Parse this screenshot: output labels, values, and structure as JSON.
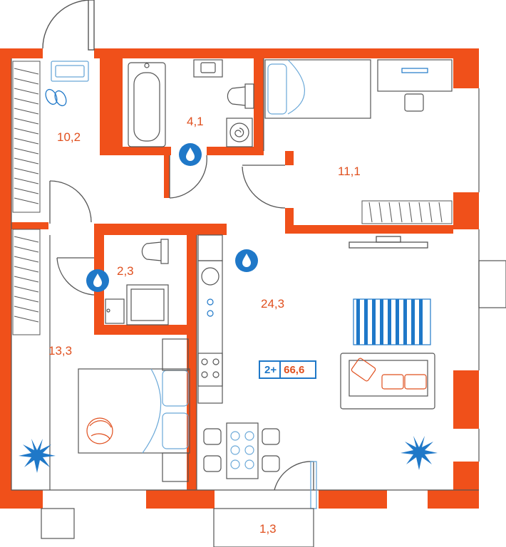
{
  "plan": {
    "total_area": "66,6",
    "rooms_label": "2+",
    "colors": {
      "wall": "#f0501a",
      "accent": "#e0501f",
      "water": "#1f78c8",
      "line": "#555555",
      "fixture": "#6aa8d8"
    },
    "rooms": [
      {
        "id": "hallway",
        "area": "10,2"
      },
      {
        "id": "bathroom",
        "area": "4,1"
      },
      {
        "id": "bedroom-small",
        "area": "11,1"
      },
      {
        "id": "toilet",
        "area": "2,3"
      },
      {
        "id": "kitchen-living",
        "area": "24,3"
      },
      {
        "id": "bedroom-large",
        "area": "13,3"
      },
      {
        "id": "balcony",
        "area": "1,3"
      }
    ],
    "icons": [
      "water-drop-icon",
      "plant-icon",
      "bathtub-icon",
      "toilet-icon",
      "sink-icon",
      "shower-icon",
      "bed-icon",
      "sofa-icon",
      "stove-icon",
      "washing-machine-icon",
      "slippers-icon",
      "rug-icon",
      "dining-table-icon",
      "wardrobe-icon",
      "desk-icon",
      "tv-icon"
    ]
  }
}
